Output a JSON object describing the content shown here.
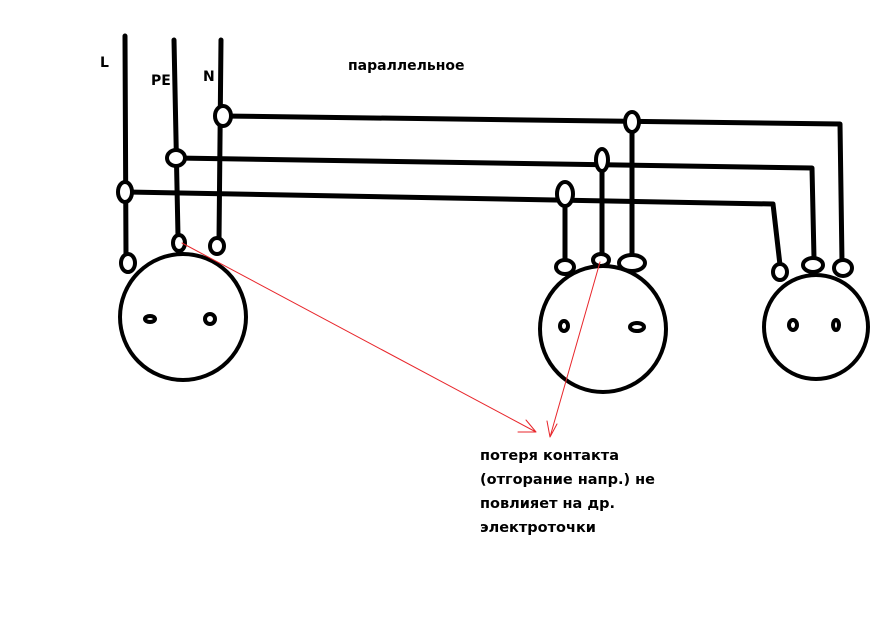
{
  "title": "параллельное",
  "wire_labels": {
    "l": "L",
    "pe": "PE",
    "n": "N"
  },
  "note_lines": [
    "потеря контакта",
    "(отгорание напр.) не",
    "повлияет на др.",
    "электроточки"
  ],
  "colors": {
    "wire": "#000000",
    "arrow": "#e8262b"
  }
}
